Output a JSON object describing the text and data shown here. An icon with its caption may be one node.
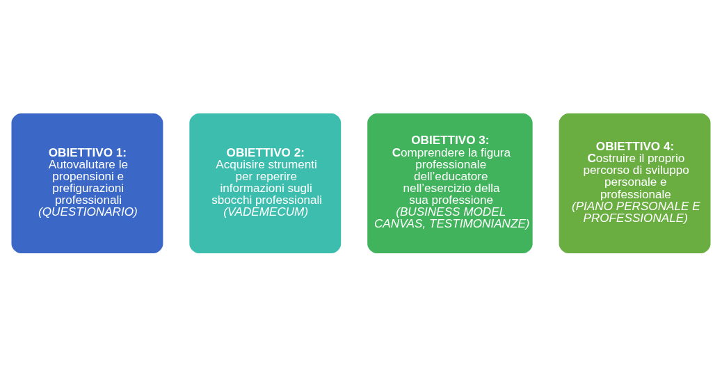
{
  "diagram": {
    "nodes": [
      {
        "text": [
          "OBIETTIVO 1:",
          "Autovalutare le propensioni e prefigurazioni professionali *(QUESTIONARIO)*"
        ]
      },
      {
        "text": [
          "OBIETTIVO 2:",
          "Acquisire strumenti per reperire informazioni sugli sbocchi professionali *(VADEMECUM)*"
        ]
      },
      {
        "text": [
          "OBIETTIVO 3:",
          "**C**omprendere la figura professionale dell’educatore nell’esercizio della sua professione *(BUSINESS MODEL CANVAS, TESTIMONIANZE)*"
        ]
      },
      {
        "text": [
          "OBIETTIVO 4:",
          "**C**ostruire il proprio percorso di sviluppo personale e professionale *(PIANO PERSONALE E PROFESSIONALE)*"
        ]
      }
    ]
  }
}
